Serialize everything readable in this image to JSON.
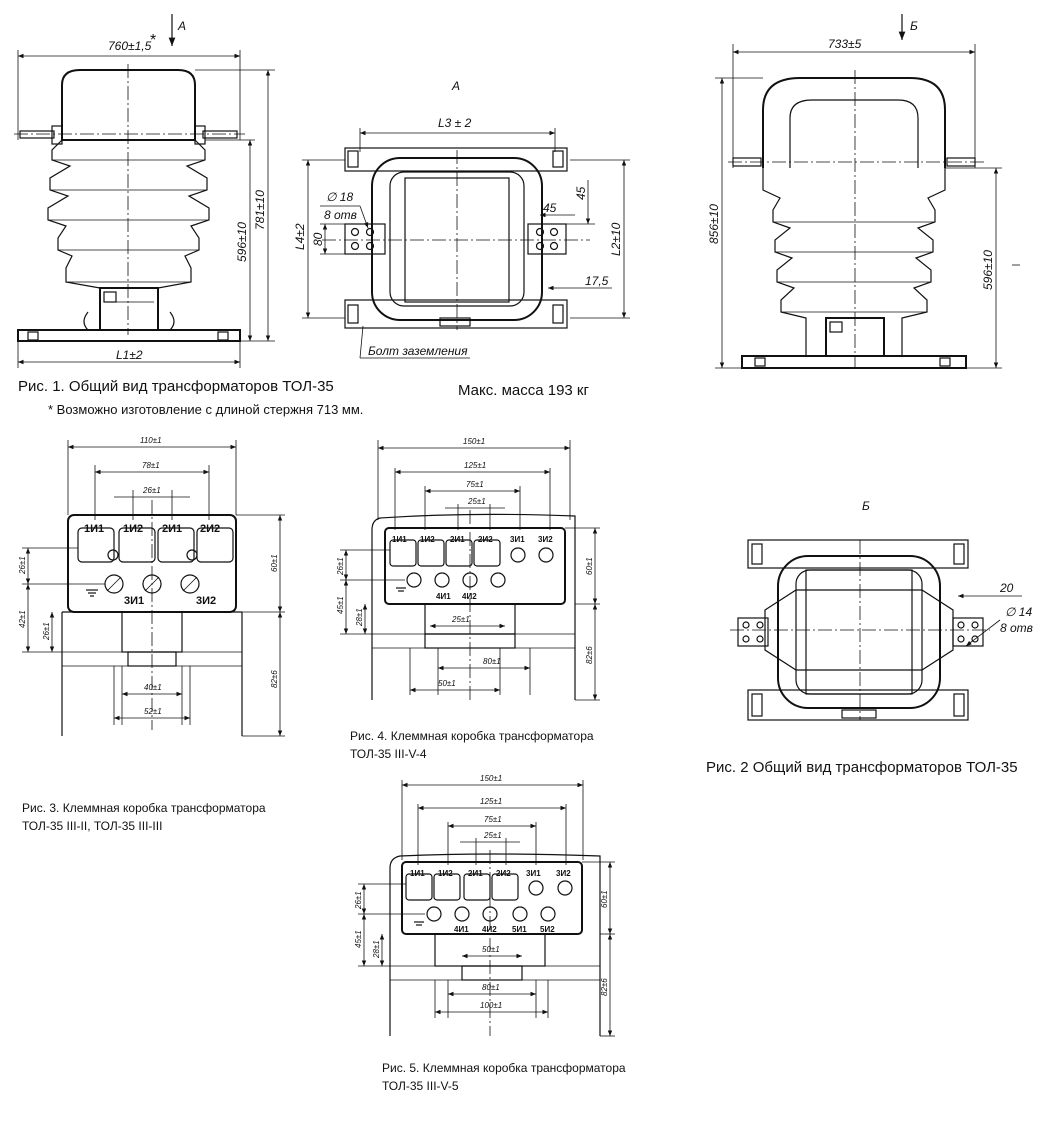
{
  "fig1": {
    "caption": "Рис. 1. Общий вид трансформаторов ТОЛ-35",
    "note": "*  Возможно изготовление с длиной стержня 713 мм.",
    "mass": "Макс. масса 193 кг",
    "dims": {
      "width": "760±1,5",
      "star": "*",
      "view_arrow": "А",
      "h1": "781±10",
      "h2": "596±10",
      "base": "L1±2"
    }
  },
  "viewA": {
    "title": "А",
    "dims": {
      "l3": "L3 ± 2",
      "l4": "L4±2",
      "d80": "80",
      "hole_d": "∅ 18",
      "hole_n": "8 отв",
      "d45a": "45",
      "d45b": "45",
      "l2": "L2±10",
      "d17": "17,5"
    },
    "ground_label": "Болт заземления"
  },
  "fig2": {
    "caption": "Рис. 2 Общий вид трансформаторов ТОЛ-35",
    "dims": {
      "width": "733±5",
      "view_arrow": "Б",
      "h1": "856±10",
      "h2": "596±10"
    }
  },
  "viewB": {
    "title": "Б",
    "dims": {
      "d20": "20",
      "hole_d": "∅ 14",
      "hole_n": "8 отв"
    }
  },
  "fig3": {
    "caption1": "Рис. 3. Клеммная коробка трансформатора",
    "caption2": "ТОЛ-35 III-II, ТОЛ-35 III-III",
    "dims": {
      "d110": "110±1",
      "d78": "78±1",
      "d26": "26±1",
      "d40": "40±1",
      "d52": "52±1",
      "d60": "60±1",
      "d82": "82±6",
      "l26": "26±1",
      "l42": "42±1",
      "l26b": "26±1"
    },
    "terminals": {
      "t1": "1И1",
      "t2": "1И2",
      "t3": "2И1",
      "t4": "2И2",
      "t5": "3И1",
      "t6": "3И2"
    }
  },
  "fig4": {
    "caption1": "Рис. 4. Клеммная коробка трансформатора",
    "caption2": "ТОЛ-35 III-V-4",
    "dims": {
      "d150": "150±1",
      "d125": "125±1",
      "d75": "75±1",
      "d25": "25±1",
      "d25b": "25±1",
      "d80": "80±1",
      "d50": "50±1",
      "d60": "60±1",
      "d82": "82±6",
      "l26": "26±1",
      "l45": "45±1",
      "l28": "28±1"
    },
    "terminals": {
      "t1": "1И1",
      "t2": "1И2",
      "t3": "2И1",
      "t4": "2И2",
      "t5": "3И1",
      "t6": "3И2",
      "t7": "4И1",
      "t8": "4И2"
    }
  },
  "fig5": {
    "caption1": "Рис. 5. Клеммная коробка трансформатора",
    "caption2": "ТОЛ-35 III-V-5",
    "dims": {
      "d150": "150±1",
      "d125": "125±1",
      "d75": "75±1",
      "d25": "25±1",
      "d50": "50±1",
      "d80": "80±1",
      "d100": "100±1",
      "d60": "60±1",
      "d82": "82±6",
      "l26": "26±1",
      "l45": "45±1",
      "l28": "28±1"
    },
    "terminals": {
      "t1": "1И1",
      "t2": "1И2",
      "t3": "2И1",
      "t4": "2И2",
      "t5": "3И1",
      "t6": "3И2",
      "t7": "4И1",
      "t8": "4И2",
      "t9": "5И1",
      "t10": "5И2"
    }
  }
}
